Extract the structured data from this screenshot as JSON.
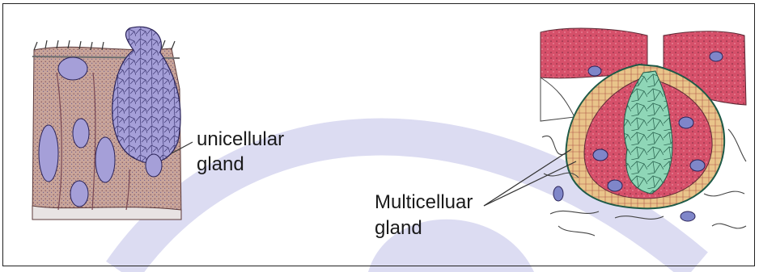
{
  "labels": {
    "unicellular_line1": "unicellular",
    "unicellular_line2": "gland",
    "multicellular_line1": "Multicelluar",
    "multicellular_line2": "gland"
  },
  "colors": {
    "watermark": "#dcdcf2",
    "tissue_base": "#c9a59a",
    "goblet_cell": "#a59fd8",
    "gland_lumen": "#8fd6b7",
    "gland_wall_red": "#d6506a",
    "gland_wall_yellow": "#e9c48a",
    "nucleus": "#7f86c9"
  }
}
